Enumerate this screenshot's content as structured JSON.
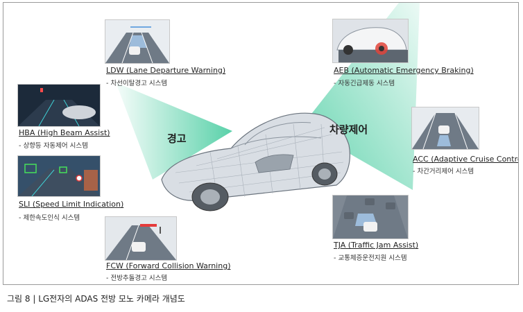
{
  "zones": {
    "warning": "경고",
    "control": "차량제어"
  },
  "features": [
    {
      "id": "ldw",
      "title": "LDW (Lane Departure Warning)",
      "subtitle": "- 차선이탈경고 시스템"
    },
    {
      "id": "hba",
      "title": "HBA (High Beam Assist)",
      "subtitle": "- 상향등 자동제어 시스템"
    },
    {
      "id": "sli",
      "title": "SLI (Speed Limit Indication)",
      "subtitle": "- 제한속도인식 시스템"
    },
    {
      "id": "fcw",
      "title": "FCW (Forward Collision Warning)",
      "subtitle": "- 전방추돌경고 시스템"
    },
    {
      "id": "aeb",
      "title": "AEB (Automatic Emergency Braking)",
      "subtitle": "- 자동긴급제동 시스템"
    },
    {
      "id": "acc",
      "title": "ACC (Adaptive Cruise Control)",
      "subtitle": "- 차간거리제어 시스템"
    },
    {
      "id": "tja",
      "title": "TJA (Traffic Jam Assist)",
      "subtitle": "- 교통체증운전지원 시스템"
    }
  ],
  "caption": "그림 8 | LG전자의 ADAS 전방 모노 카메라 개념도",
  "colors": {
    "beam": "#4fd1a5",
    "road": "#6f7a86",
    "sky": "#e9edf1",
    "lane": "#a9cdf0"
  }
}
